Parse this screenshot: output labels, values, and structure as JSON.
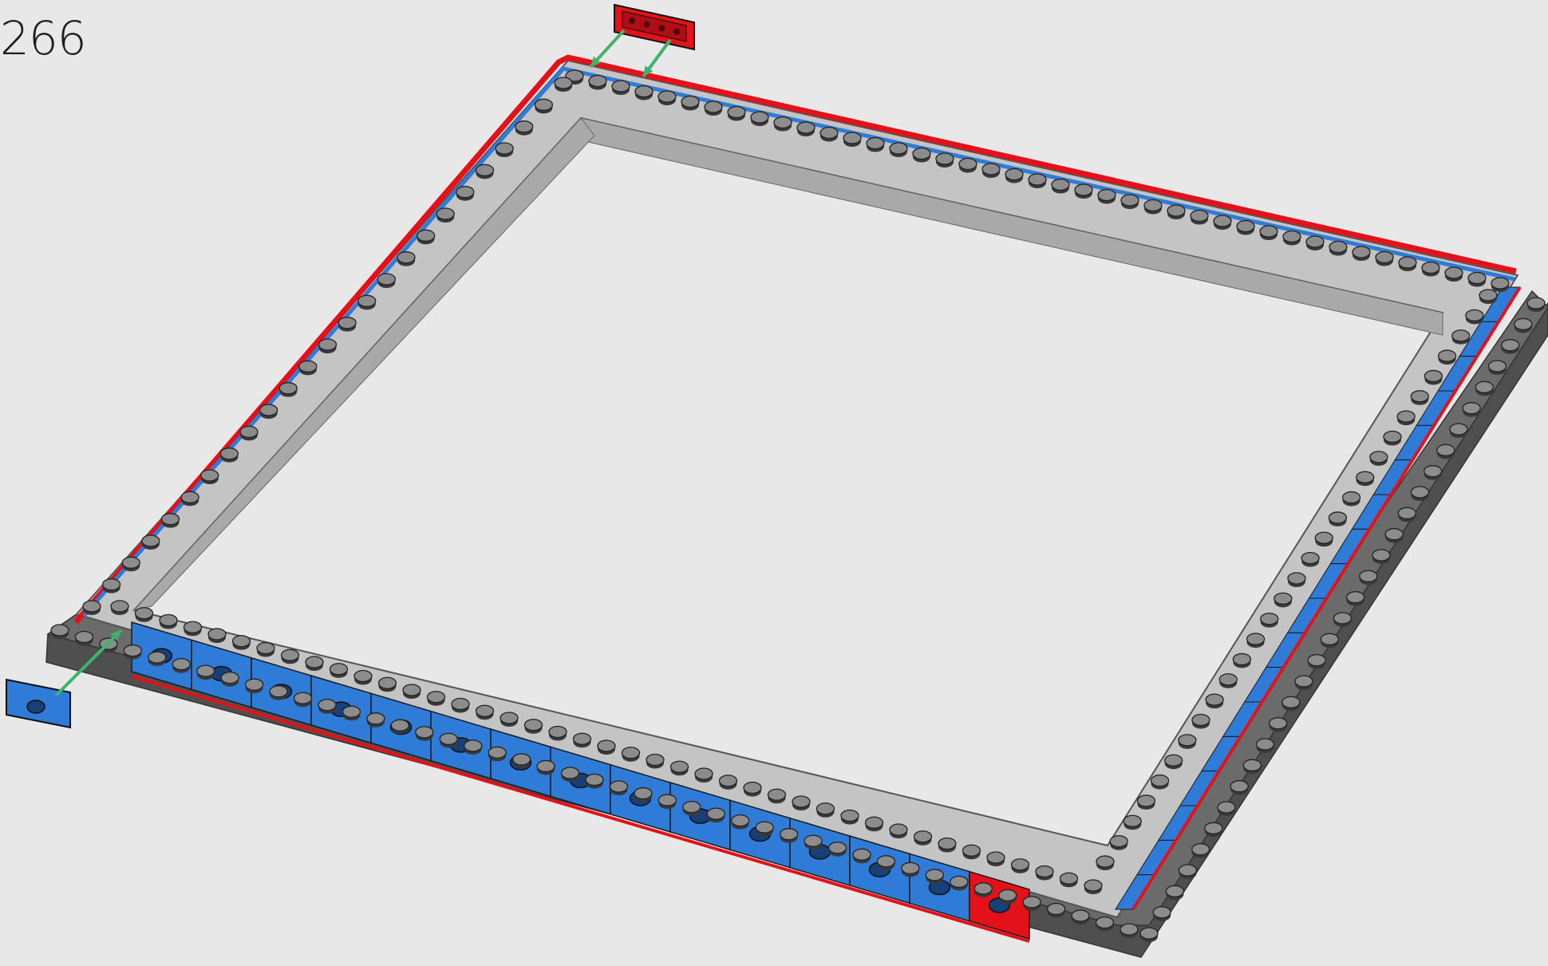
{
  "step": {
    "number": "266"
  },
  "colors": {
    "background": "#e8e8e8",
    "base_plate": "#6b6b6b",
    "base_plate_side": "#4f4f4f",
    "wall_light": "#c4c4c4",
    "wall_light_side": "#a9a9a9",
    "tile_red": "#e3121a",
    "tile_blue": "#2f7bd8",
    "arrow_green": "#3fb36a",
    "stud_dark": "#3a3a3a",
    "stud_top": "#8c8c8c"
  },
  "parts": [
    {
      "name": "red-tile-1x4",
      "icon": "red-tile-icon",
      "color": "#e3121a"
    },
    {
      "name": "blue-tile-1x2",
      "icon": "blue-tile-icon",
      "color": "#2f7bd8"
    }
  ]
}
